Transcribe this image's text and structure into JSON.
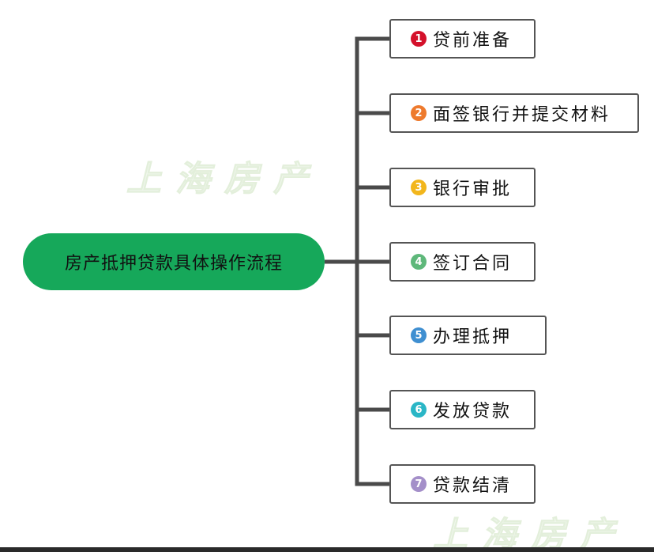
{
  "watermark": {
    "text": "上海房产"
  },
  "root": {
    "label": "房产抵押贷款具体操作流程",
    "color": "#16a85a"
  },
  "steps": [
    {
      "number": "1",
      "label": "贷前准备",
      "color": "#d4112b"
    },
    {
      "number": "2",
      "label": "面签银行并提交材料",
      "color": "#ee7a2d"
    },
    {
      "number": "3",
      "label": "银行审批",
      "color": "#f2b61c"
    },
    {
      "number": "4",
      "label": "签订合同",
      "color": "#5eb87a"
    },
    {
      "number": "5",
      "label": "办理抵押",
      "color": "#3f8fd1"
    },
    {
      "number": "6",
      "label": "发放贷款",
      "color": "#2ab6c6"
    },
    {
      "number": "7",
      "label": "贷款结清",
      "color": "#a48fc9"
    }
  ]
}
